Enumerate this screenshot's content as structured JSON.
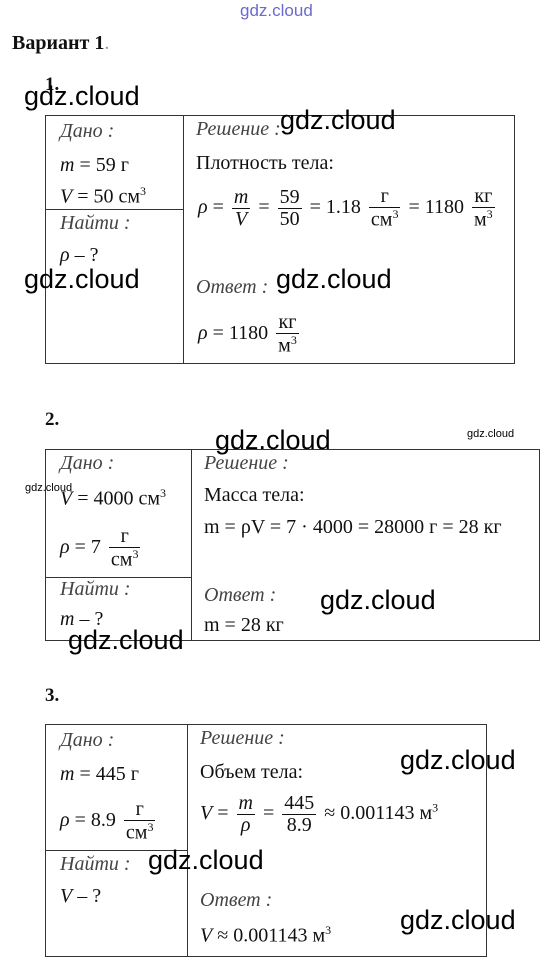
{
  "watermarks": {
    "top": "gdz.cloud",
    "text": "gdz.cloud"
  },
  "variant_title": "Вариант 1",
  "variant_dot": ".",
  "tasks": [
    {
      "number": "1.",
      "given_label": "Дано :",
      "find_label": "Найти :",
      "solution_label": "Решение :",
      "answer_label": "Ответ :",
      "given": [
        "m = 59 г",
        "V = 50 см³"
      ],
      "find": "ρ – ?",
      "solution_heading": "Плотность тела:",
      "answer": "ρ = 1180 кг/м³"
    },
    {
      "number": "2.",
      "given_label": "Дано :",
      "find_label": "Найти :",
      "solution_label": "Решение :",
      "answer_label": "Ответ :",
      "given": [
        "V = 4000 см³",
        "ρ = 7 г/см³"
      ],
      "find": "m – ?",
      "solution_heading": "Масса тела:",
      "formula": "m = ρV = 7 · 4000 = 28000 г = 28 кг",
      "answer": "m = 28 кг"
    },
    {
      "number": "3.",
      "given_label": "Дано :",
      "find_label": "Найти :",
      "solution_label": "Решение :",
      "answer_label": "Ответ :",
      "given": [
        "m = 445 г",
        "ρ = 8.9 г/см³"
      ],
      "find": "V – ?",
      "solution_heading": "Объем тела:",
      "answer": "V ≈ 0.001143 м³"
    }
  ]
}
